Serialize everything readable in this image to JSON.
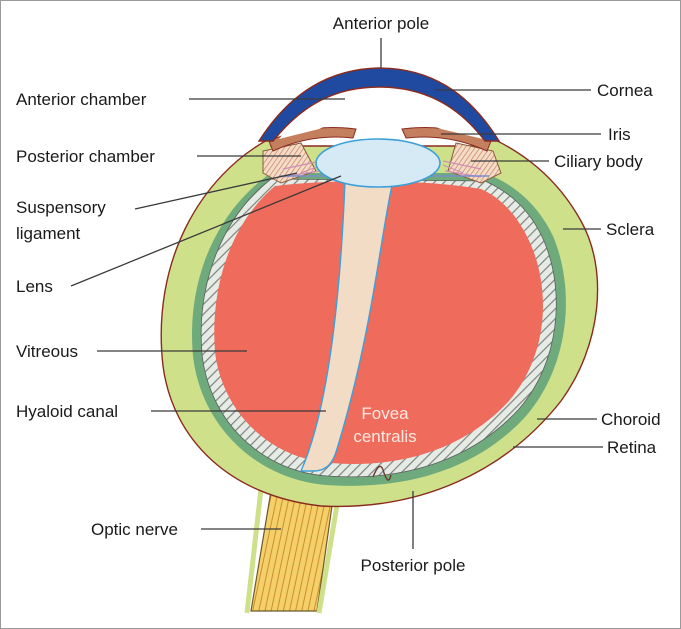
{
  "labels": {
    "anterior_pole": "Anterior pole",
    "anterior_chamber": "Anterior chamber",
    "cornea": "Cornea",
    "iris": "Iris",
    "posterior_chamber": "Posterior chamber",
    "ciliary_body": "Ciliary body",
    "suspensory_ligament_line1": "Suspensory",
    "suspensory_ligament_line2": "ligament",
    "sclera": "Sclera",
    "lens": "Lens",
    "vitreous": "Vitreous",
    "hyaloid_canal": "Hyaloid canal",
    "fovea_line1": "Fovea",
    "fovea_line2": "centralis",
    "choroid": "Choroid",
    "retina": "Retina",
    "optic_nerve": "Optic nerve",
    "posterior_pole": "Posterior pole"
  },
  "colors": {
    "sclera": "#cfe08a",
    "choroid": "#6faa7c",
    "retina_hatch": "#8a8f8a",
    "vitreous": "#ef6b5b",
    "cornea": "#1f4aa0",
    "iris": "#c4805e",
    "lens": "#d6eaf5",
    "hyaloid_canal": "#f3dcc6",
    "optic_nerve": "#f0c45a",
    "outline": "#8a2b1f"
  }
}
